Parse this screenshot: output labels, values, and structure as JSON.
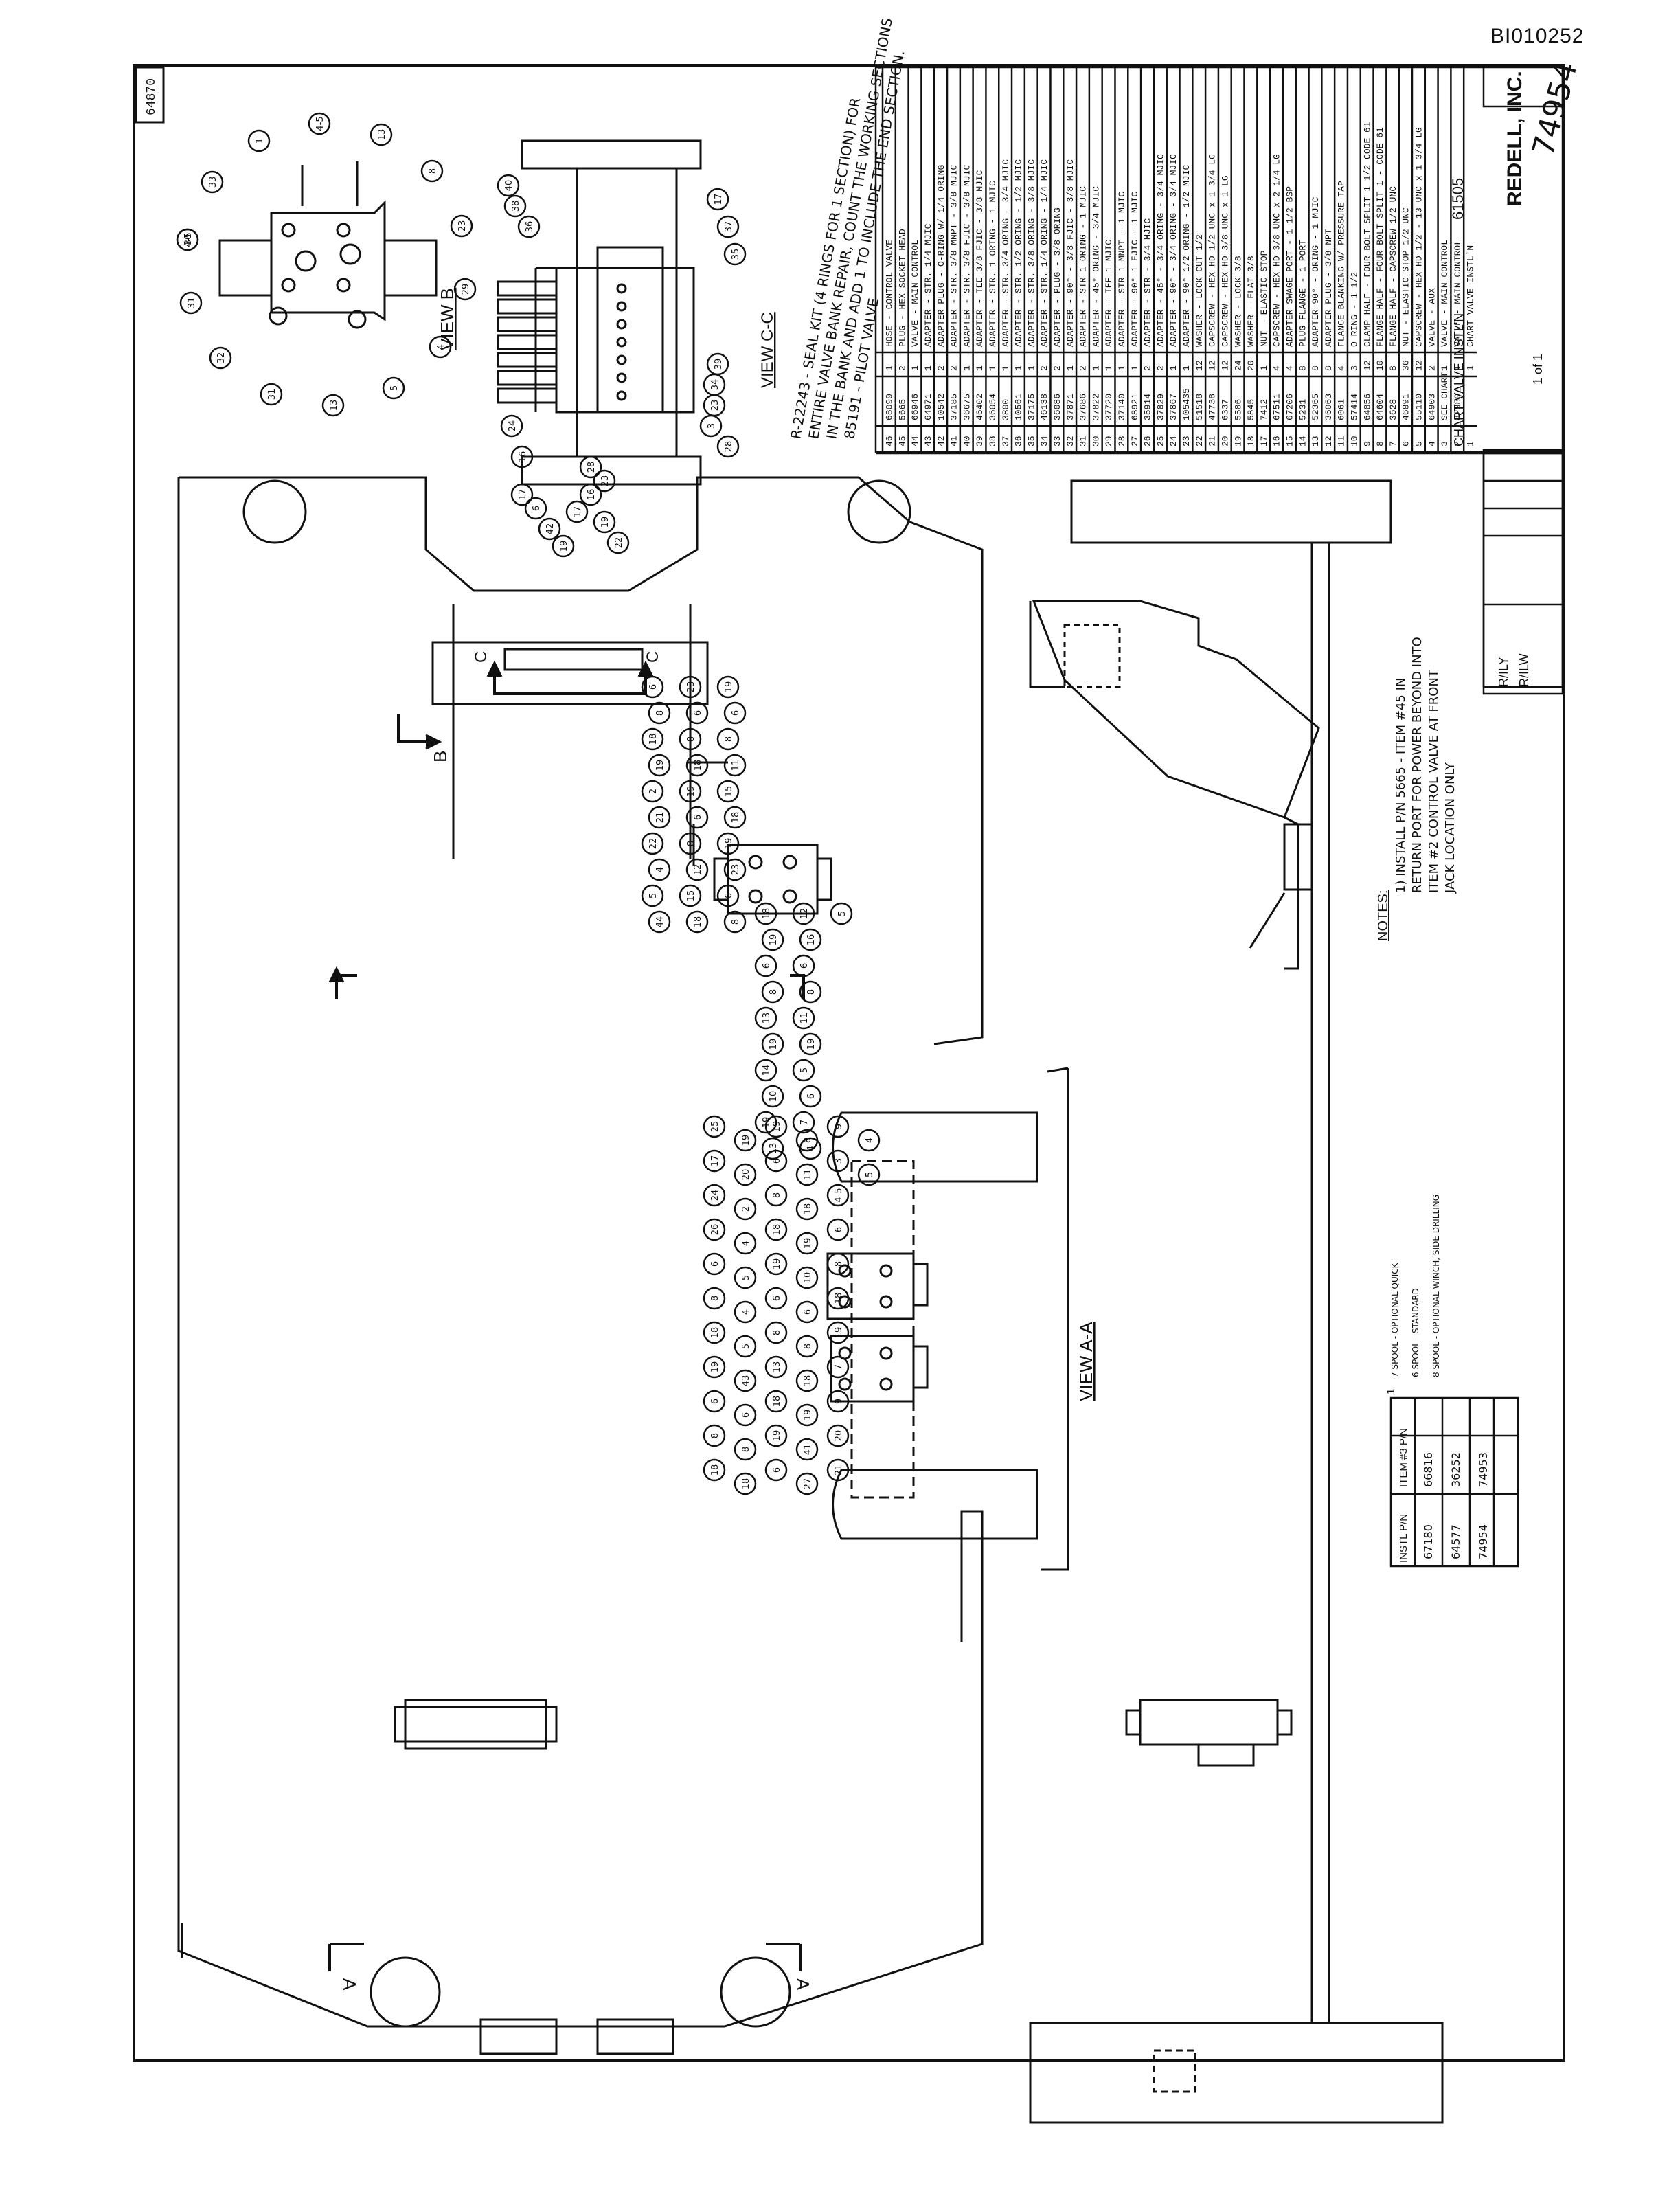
{
  "document_id": "BI010252",
  "sheet_number": "64870",
  "title_block": {
    "company": "REDELL, INC.",
    "part_number": "74954",
    "drawing_title": "CHART VALVE INSTL'N",
    "drawing_number": "61505",
    "rev_letters": [
      "R/ILY",
      "R/ILW"
    ],
    "sheet": "1 of 1"
  },
  "view_labels": {
    "view_b": "VIEW B",
    "view_cc": "VIEW C-C",
    "view_aa": "VIEW A-A",
    "section_b": "B",
    "section_c": "C",
    "section_a": "A"
  },
  "seal_kit_note": "R-22243 - SEAL KIT (4 RINGS FOR 1 SECTION) FOR ENTIRE VALVE BANK REPAIR, COUNT THE WORKING SECTIONS IN THE BANK AND ADD 1 TO INCLUDE THE END SECTION. 85191 - PILOT VALVE",
  "notes": {
    "heading": "NOTES:",
    "items": [
      "1) INSTALL P/N 5665 - ITEM #45 IN RETURN PORT FOR POWER BEYOND INTO ITEM #2 CONTROL VALVE AT FRONT JACK LOCATION ONLY"
    ]
  },
  "parts_list": {
    "headers": [
      "ITEM",
      "P/N",
      "QTY",
      "DESCRIPTION"
    ],
    "rows": [
      [
        "46",
        "68099",
        "1",
        "HOSE - CONTROL VALVE"
      ],
      [
        "45",
        "5665",
        "2",
        "PLUG - HEX SOCKET HEAD"
      ],
      [
        "44",
        "66946",
        "1",
        "VALVE - MAIN CONTROL"
      ],
      [
        "43",
        "64971",
        "1",
        "ADAPTER - STR. 1/4 MJIC"
      ],
      [
        "42",
        "10542",
        "2",
        "ADAPTER PLUG - O-RING W/ 1/4 ORING"
      ],
      [
        "41",
        "37185",
        "2",
        "ADAPTER - STR. 3/8 MNPT - 3/8 MJIC"
      ],
      [
        "40",
        "36675",
        "1",
        "ADAPTER - STR. 3/8 FJIC - 3/8 MJIC"
      ],
      [
        "39",
        "46402",
        "1",
        "ADAPTER - TEE 3/8 FJIC - 3/8 MJIC"
      ],
      [
        "38",
        "36054",
        "1",
        "ADAPTER - STR. 1 ORING - 1 MJIC"
      ],
      [
        "37",
        "3800",
        "1",
        "ADAPTER - STR. 3/4 ORING - 3/4 MJIC"
      ],
      [
        "36",
        "10561",
        "1",
        "ADAPTER - STR. 1/2 ORING - 1/2 MJIC"
      ],
      [
        "35",
        "37175",
        "1",
        "ADAPTER - STR. 3/8 ORING - 3/8 MJIC"
      ],
      [
        "34",
        "46138",
        "2",
        "ADAPTER - STR. 1/4 ORING - 1/4 MJIC"
      ],
      [
        "33",
        "36086",
        "2",
        "ADAPTER - PLUG - 3/8 ORING"
      ],
      [
        "32",
        "37871",
        "1",
        "ADAPTER - 90° - 3/8 FJIC - 3/8 MJIC"
      ],
      [
        "31",
        "37686",
        "2",
        "ADAPTER - STR 1 ORING - 1 MJIC"
      ],
      [
        "30",
        "37822",
        "1",
        "ADAPTER - 45° ORING - 3/4 MJIC"
      ],
      [
        "29",
        "37720",
        "1",
        "ADAPTER - TEE 1 MJIC"
      ],
      [
        "28",
        "37140",
        "1",
        "ADAPTER - STR 1 MNPT - 1 MJIC"
      ],
      [
        "27",
        "68921",
        "1",
        "ADAPTER - 90° 1 FJIC - 1 MJIC"
      ],
      [
        "26",
        "35914",
        "2",
        "ADAPTER - STR - 3/4 MJIC"
      ],
      [
        "25",
        "37829",
        "2",
        "ADAPTER - 45° - 3/4 ORING - 3/4 MJIC"
      ],
      [
        "24",
        "37867",
        "1",
        "ADAPTER - 90° - 3/4 ORING - 3/4 MJIC"
      ],
      [
        "23",
        "105435",
        "1",
        "ADAPTER - 90° 1/2 ORING - 1/2 MJIC"
      ],
      [
        "22",
        "51518",
        "12",
        "WASHER - LOCK CUT 1/2"
      ],
      [
        "21",
        "47738",
        "12",
        "CAPSCREW - HEX HD 1/2 UNC x 1 3/4 LG"
      ],
      [
        "20",
        "6337",
        "12",
        "CAPSCREW - HEX HD 3/8 UNC x 1 LG"
      ],
      [
        "19",
        "5586",
        "24",
        "WASHER - LOCK 3/8"
      ],
      [
        "18",
        "5845",
        "20",
        "WASHER - FLAT 3/8"
      ],
      [
        "17",
        "7412",
        "1",
        "NUT - ELASTIC STOP"
      ],
      [
        "16",
        "67511",
        "4",
        "CAPSCREW - HEX HD 3/8 UNC x 2 1/4 LG"
      ],
      [
        "15",
        "67206",
        "4",
        "ADAPTER SWAGE PORT - 1 1/2 BSP"
      ],
      [
        "14",
        "5231",
        "8",
        "PLUG FLANGE - 1 PORT"
      ],
      [
        "13",
        "52365",
        "8",
        "ADAPTER 90° - ORING - 1 MJIC"
      ],
      [
        "12",
        "36063",
        "8",
        "ADAPTER PLUG - 3/8 NPT"
      ],
      [
        "11",
        "6061",
        "4",
        "FLANGE BLANKING W/ PRESSURE TAP"
      ],
      [
        "10",
        "57414",
        "3",
        "O RING - 1 1/2"
      ],
      [
        "9",
        "64856",
        "12",
        "CLAMP HALF - FOUR BOLT SPLIT 1 1/2 CODE 61"
      ],
      [
        "8",
        "64604",
        "10",
        "FLANGE HALF - FOUR BOLT SPLIT 1 - CODE 61"
      ],
      [
        "7",
        "3628",
        "8",
        "FLANGE HALF - CAPSCREW 1/2 UNC"
      ],
      [
        "6",
        "46891",
        "36",
        "NUT - ELASTIC STOP 1/2 UNC"
      ],
      [
        "5",
        "55110",
        "12",
        "CAPSCREW - HEX HD 1/2 - 13 UNC x 1 3/4 LG"
      ],
      [
        "4",
        "64903",
        "2",
        "VALVE - AUX"
      ],
      [
        "3",
        "SEE CHART",
        "1",
        "VALVE - MAIN CONTROL"
      ],
      [
        "2",
        "82980",
        "1",
        "VALVE - MAIN CONTROL"
      ],
      [
        "1",
        "",
        "1",
        "CHART VALVE INSTL'N"
      ]
    ]
  },
  "chart_table": {
    "marker": "1",
    "headers": [
      "INSTL P/N",
      "ITEM #3 P/N"
    ],
    "rows": [
      [
        "67180",
        "66816"
      ],
      [
        "64577",
        "36252"
      ],
      [
        "74954",
        "74953"
      ]
    ],
    "legend": [
      "7 SPOOL - OPTIONAL QUICK",
      "6 SPOOL - STANDARD",
      "8 SPOOL - OPTIONAL WINCH, SIDE DRILLING"
    ]
  },
  "balloons": {
    "view_b": [
      "30",
      "33",
      "1",
      "4-5",
      "13",
      "8",
      "23",
      "29",
      "4",
      "5",
      "13",
      "31",
      "32",
      "31",
      "4-5"
    ],
    "view_cc": [
      "40",
      "38",
      "36",
      "17",
      "37",
      "35",
      "39",
      "34",
      "23",
      "3",
      "28",
      "24",
      "16",
      "17",
      "6",
      "42",
      "19",
      "17",
      "16",
      "19",
      "22",
      "23",
      "28"
    ],
    "mid_valve": [
      "6",
      "8",
      "18",
      "19",
      "2",
      "21",
      "22",
      "4",
      "5",
      "44",
      "23",
      "6",
      "8",
      "18",
      "19",
      "6",
      "8",
      "12",
      "15",
      "18",
      "19",
      "6",
      "8",
      "11",
      "15",
      "18",
      "19",
      "23",
      "6",
      "8",
      "18",
      "19",
      "6",
      "8",
      "13",
      "19",
      "14",
      "10",
      "19",
      "13",
      "12",
      "16",
      "6",
      "8",
      "11",
      "19",
      "5",
      "6",
      "7",
      "4",
      "5"
    ],
    "view_aa": [
      "25",
      "17",
      "24",
      "26",
      "6",
      "8",
      "18",
      "19",
      "6",
      "8",
      "18",
      "19",
      "20",
      "2",
      "4",
      "5",
      "4",
      "5",
      "43",
      "6",
      "8",
      "18",
      "19",
      "6",
      "8",
      "18",
      "19",
      "6",
      "8",
      "13",
      "18",
      "19",
      "6",
      "8",
      "11",
      "18",
      "19",
      "10",
      "6",
      "8",
      "18",
      "19",
      "41",
      "27",
      "9",
      "3",
      "4-5",
      "6",
      "8",
      "18",
      "19",
      "7",
      "9",
      "20",
      "21",
      "4",
      "5"
    ]
  }
}
